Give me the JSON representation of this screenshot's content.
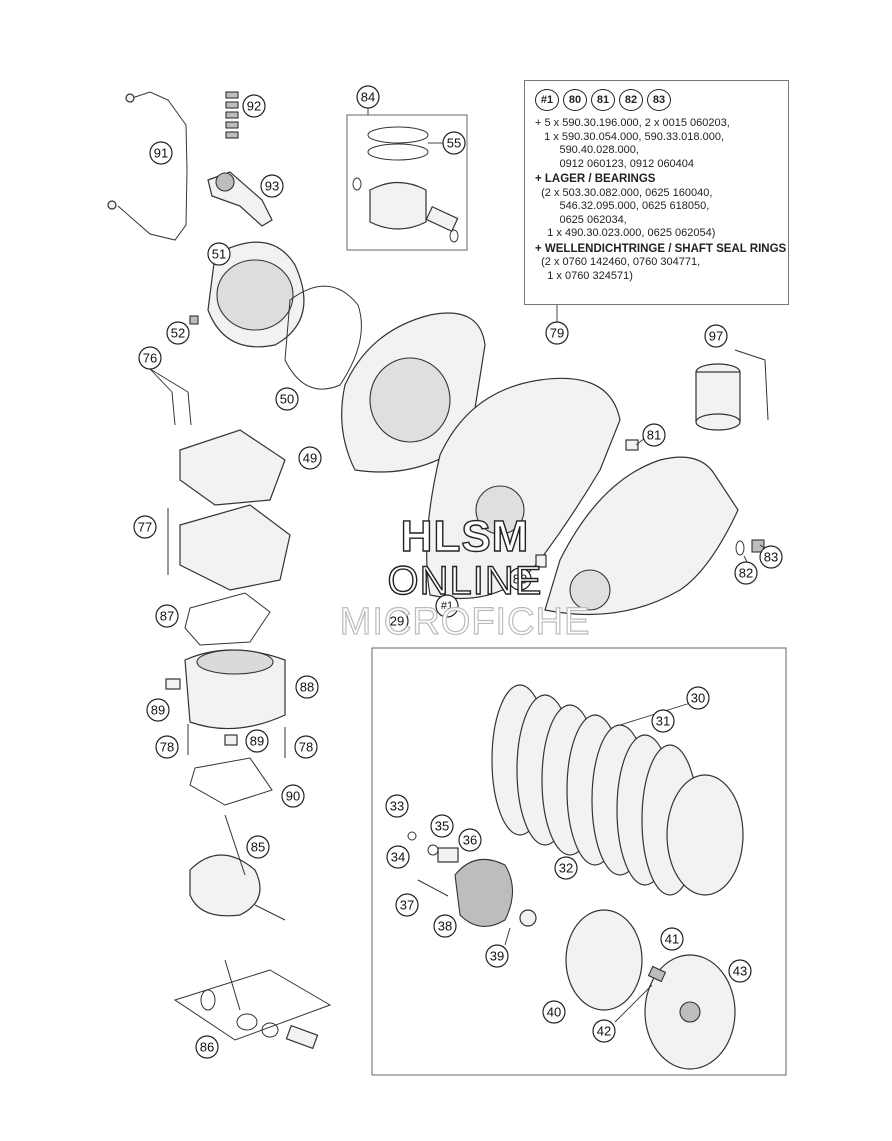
{
  "callouts": {
    "c91": "91",
    "c92": "92",
    "c93": "93",
    "c84": "84",
    "c55": "55",
    "c51": "51",
    "c52": "52",
    "c76": "76",
    "c50": "50",
    "c49": "49",
    "c79": "79",
    "c97": "97",
    "c81": "81",
    "c77": "77",
    "c83": "83",
    "c82": "82",
    "c80": "80",
    "c1": "#1",
    "c29": "29",
    "c87": "87",
    "c88": "88",
    "c89a": "89",
    "c89b": "89",
    "c78a": "78",
    "c78b": "78",
    "c90": "90",
    "c85": "85",
    "c86": "86",
    "c30": "30",
    "c31": "31",
    "c32": "32",
    "c33": "33",
    "c34": "34",
    "c35": "35",
    "c36": "36",
    "c37": "37",
    "c38": "38",
    "c39": "39",
    "c40": "40",
    "c41": "41",
    "c42": "42",
    "c43": "43"
  },
  "info_box": {
    "refs": [
      "#1",
      "80",
      "81",
      "82",
      "83"
    ],
    "lines_a": [
      "+ 5 x 590.30.196.000, 2 x 0015 060203,",
      "   1 x 590.30.054.000, 590.33.018.000,",
      "        590.40.028.000,",
      "        0912 060123, 0912 060404"
    ],
    "heading_bearings": "+ LAGER / BEARINGS",
    "lines_b": [
      "  (2 x 503.30.082.000, 0625 160040,",
      "        546.32.095.000, 0625 618050,",
      "        0625 062034,",
      "    1 x 490.30.023.000, 0625 062054)"
    ],
    "heading_seals": "+ WELLENDICHTRINGE / SHAFT SEAL RINGS",
    "lines_c": [
      "  (2 x 0760 142460, 0760 304771,",
      "    1 x 0760 324571)"
    ]
  },
  "watermark": {
    "line1": "HLSM",
    "line2": "ONLINE",
    "line3": "MICROFICHE"
  },
  "colors": {
    "line": "#333333",
    "part_fill": "#f2f2f2",
    "part_shade": "#bdbdbd",
    "background": "#ffffff"
  }
}
